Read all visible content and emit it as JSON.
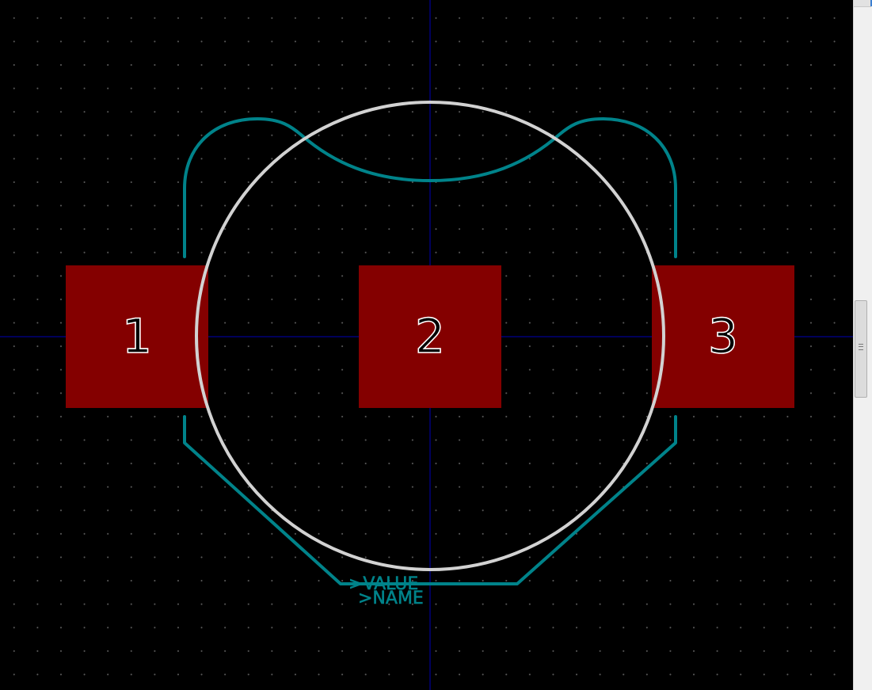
{
  "footprint": {
    "pads": [
      {
        "number": "1"
      },
      {
        "number": "2"
      },
      {
        "number": "3"
      }
    ],
    "silk_labels": {
      "value": ">VALUE",
      "name": ">NAME"
    }
  },
  "colors": {
    "background": "#000000",
    "grid_dots": "#5a5a5a",
    "pads": "#840000",
    "silkscreen": "#00838a",
    "courtyard_circle": "#d2d2d2",
    "crosshair": "#0000b4",
    "pad_text": "#ffffff"
  },
  "icons": {
    "scrollbar_grip": "grip-lines-icon"
  }
}
